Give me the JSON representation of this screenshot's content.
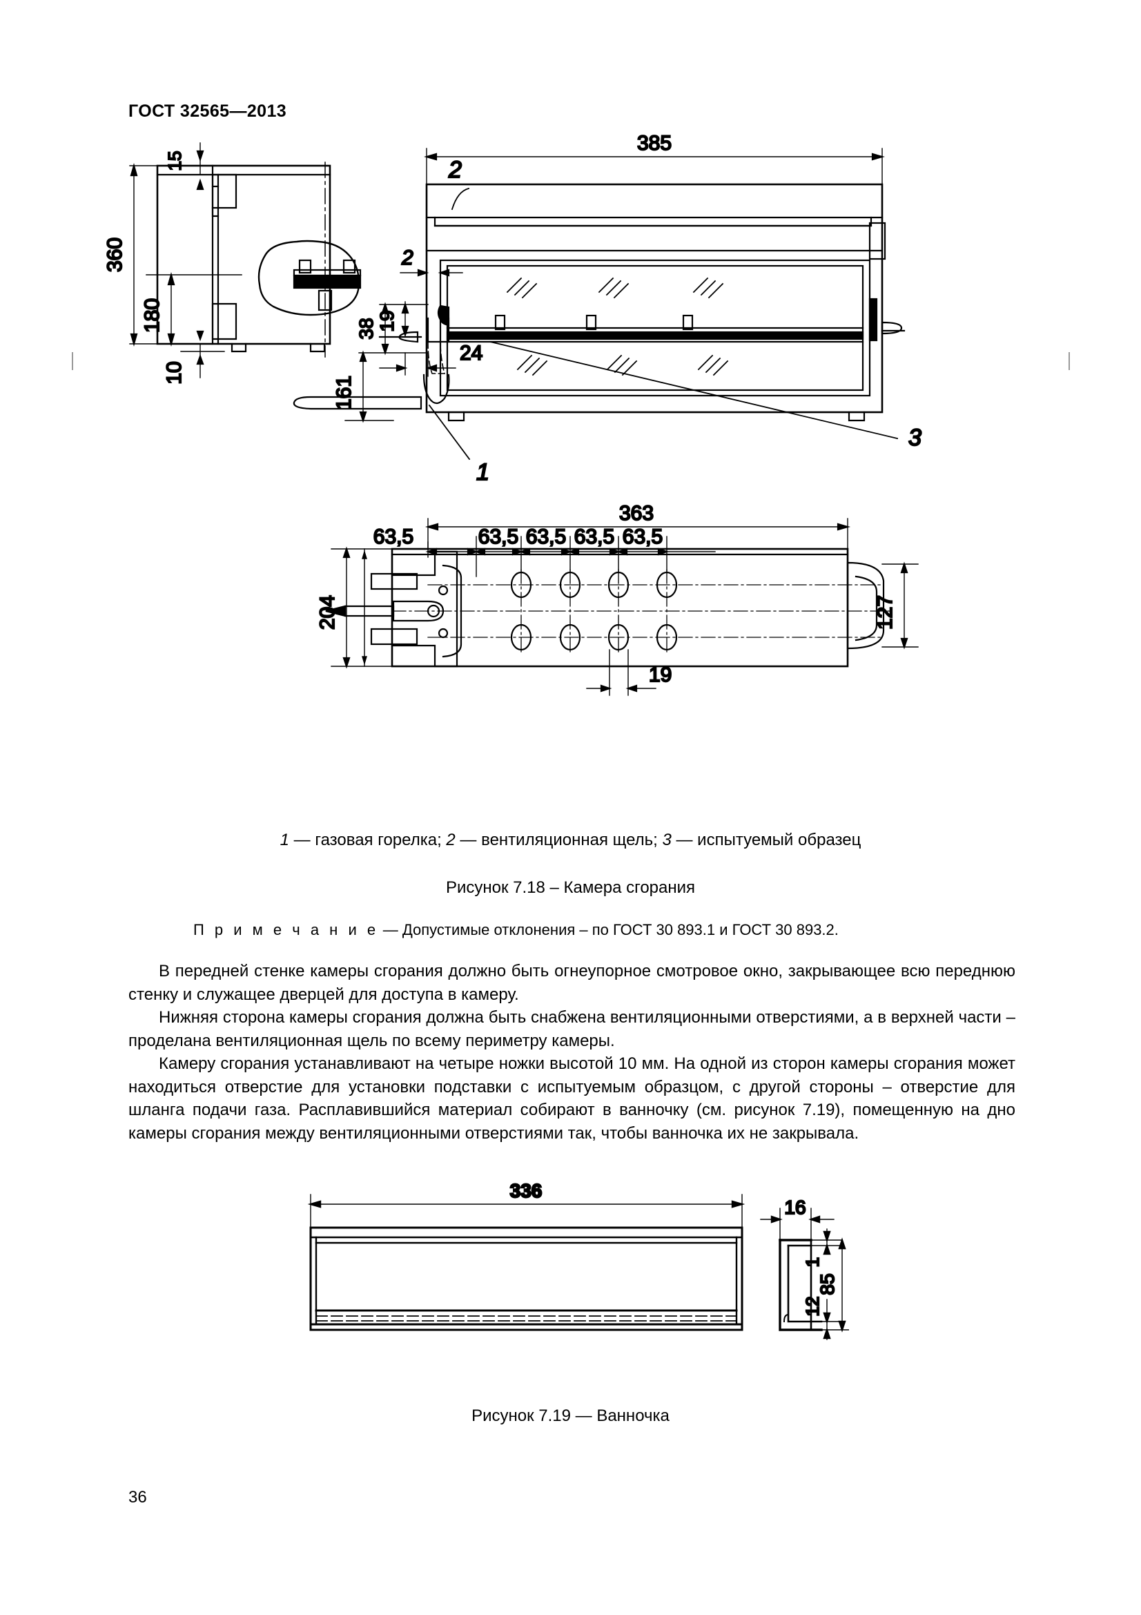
{
  "header": {
    "standard_code": "ГОСТ 32565—2013"
  },
  "figure_718": {
    "legend_parts": {
      "n1": "1",
      "t1": " — газовая горелка; ",
      "n2": "2",
      "t2": " — вентиляционная щель; ",
      "n3": "3",
      "t3": " — испытуемый образец"
    },
    "caption": "Рисунок 7.18 – Камера сгорания",
    "side_view": {
      "dim_top_gap": "15",
      "dim_height_total": "360",
      "dim_height_mid": "180",
      "dim_feet": "10"
    },
    "front_view": {
      "dim_width": "385",
      "callout_slot_top": "2",
      "callout_slot_left": "2",
      "dim_19": "19",
      "dim_38": "38",
      "dim_24": "24",
      "dim_161": "161",
      "callout_burner": "1",
      "callout_specimen": "3"
    },
    "plan_view": {
      "dim_length": "363",
      "dim_pitch_1": "63,5",
      "dim_pitch_2": "63,5",
      "dim_pitch_3": "63,5",
      "dim_pitch_4": "63,5",
      "dim_pitch_5": "63,5",
      "dim_width_outer": "204",
      "dim_width_inner": "127",
      "dim_hole": "19"
    }
  },
  "note": {
    "label": "П р и м е ч а н и е",
    "text": " — Допустимые отклонения – по ГОСТ 30 893.1 и ГОСТ 30 893.2."
  },
  "body": {
    "paragraphs": [
      "В передней стенке камеры сгорания должно быть огнеупорное смотровое окно, закрывающее всю переднюю стенку и служащее дверцей для доступа в камеру.",
      "Нижняя сторона камеры сгорания должна быть снабжена вентиляционными отверстиями, а в верхней части – проделана вентиляционная щель по всему периметру камеры.",
      "Камеру сгорания устанавливают на четыре ножки высотой 10 мм. На одной из сторон камеры сгорания может находиться отверстие для установки подставки с испытуемым образцом, с другой стороны – отверстие для шланга подачи газа. Расплавившийся материал собирают в ванночку (см. рисунок 7.19), помещенную на дно камеры сгорания между вентиляционными отверстиями так, чтобы ванночка их не закрывала."
    ]
  },
  "figure_719": {
    "caption": "Рисунок 7.19 — Ванночка",
    "front_view": {
      "dim_length": "336"
    },
    "side_view": {
      "dim_thickness": "16",
      "dim_lip": "1",
      "dim_base": "12",
      "dim_height": "85"
    }
  },
  "footer": {
    "page_number": "36"
  }
}
